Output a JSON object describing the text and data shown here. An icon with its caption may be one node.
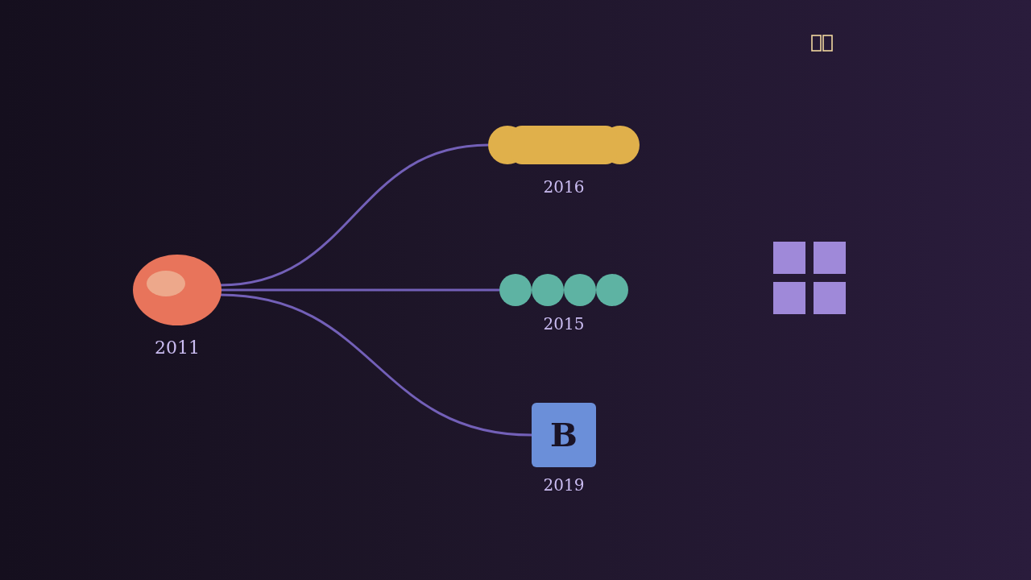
{
  "diagram": {
    "nodes": [
      {
        "text": [],
        "shape": "ellipse",
        "beside": [
          "2011"
        ]
      },
      {
        "text": [],
        "shape": "bar",
        "beside": [
          "2016"
        ]
      },
      {
        "text": [],
        "shape": "dots",
        "beside": [
          "2015"
        ]
      },
      {
        "text": [
          "B"
        ],
        "beside": [
          "2019"
        ]
      },
      {
        "text": [],
        "shape": "grid"
      }
    ],
    "edges": [
      {
        "from": 0,
        "to": 1,
        "arrow": "none"
      },
      {
        "from": 0,
        "to": 2,
        "arrow": "none"
      },
      {
        "from": 0,
        "to": 3,
        "arrow": "none"
      }
    ]
  }
}
